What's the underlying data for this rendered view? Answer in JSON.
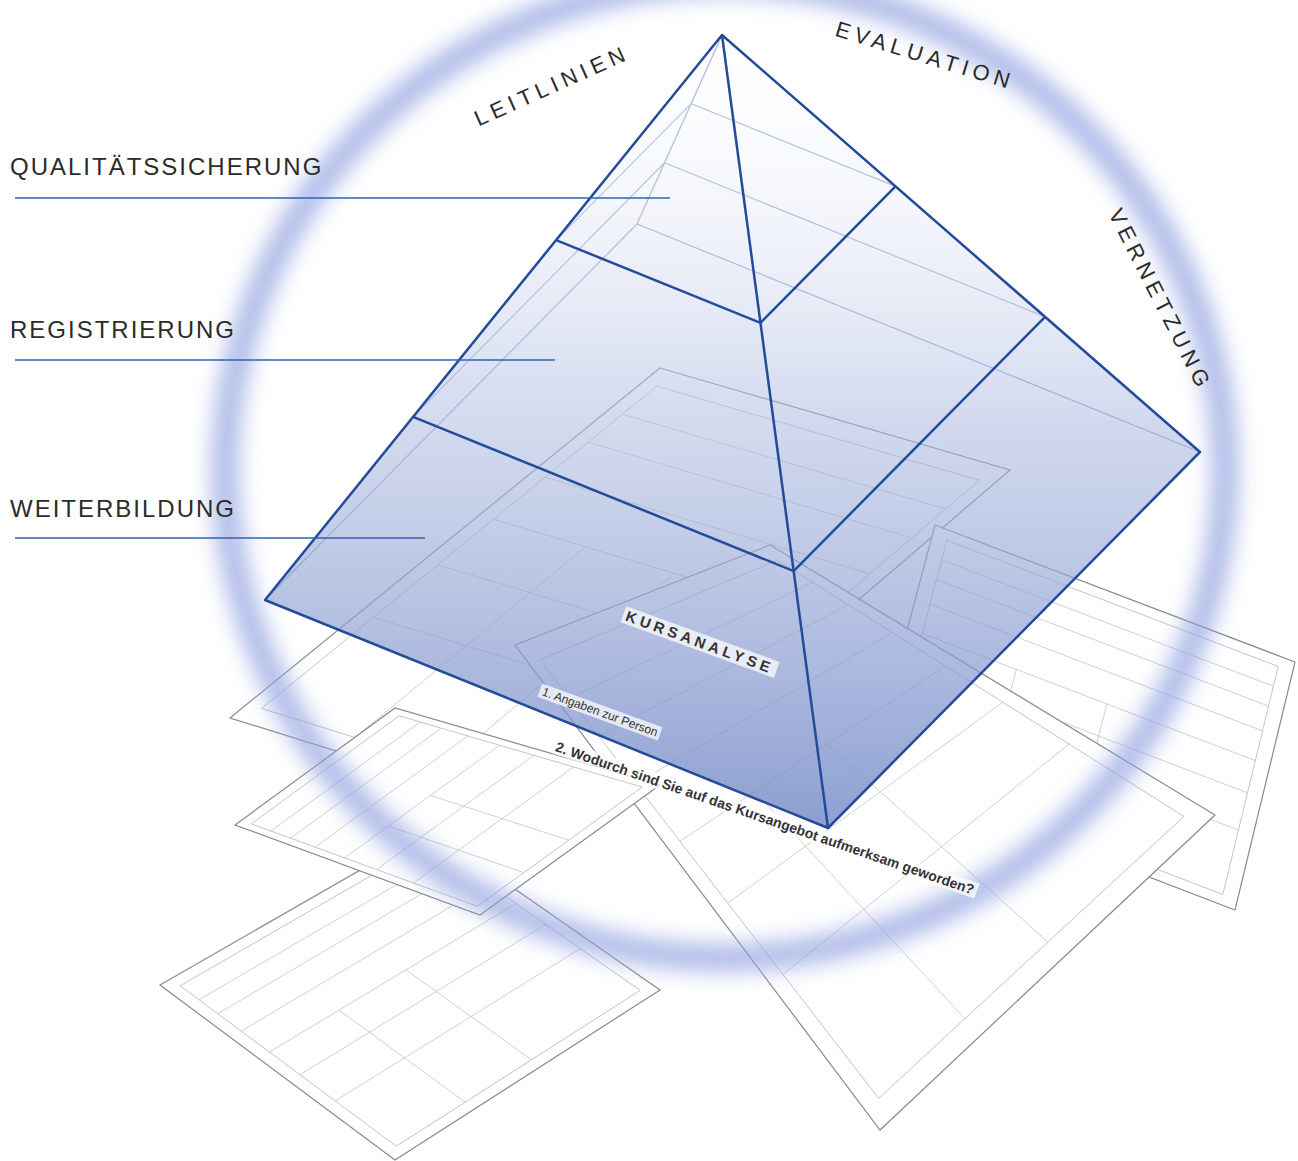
{
  "diagram": {
    "labels": [
      "QUALITÄTSSICHERUNG",
      "REGISTRIERUNG",
      "WEITERBILDUNG",
      "LEITLINIEN",
      "EVALUATION",
      "VERNETZUNG",
      "KURSANALYSE",
      "1. Angaben zur Person",
      "2. Wodurch sind Sie auf das Kursangebot aufmerksam geworden?"
    ]
  }
}
